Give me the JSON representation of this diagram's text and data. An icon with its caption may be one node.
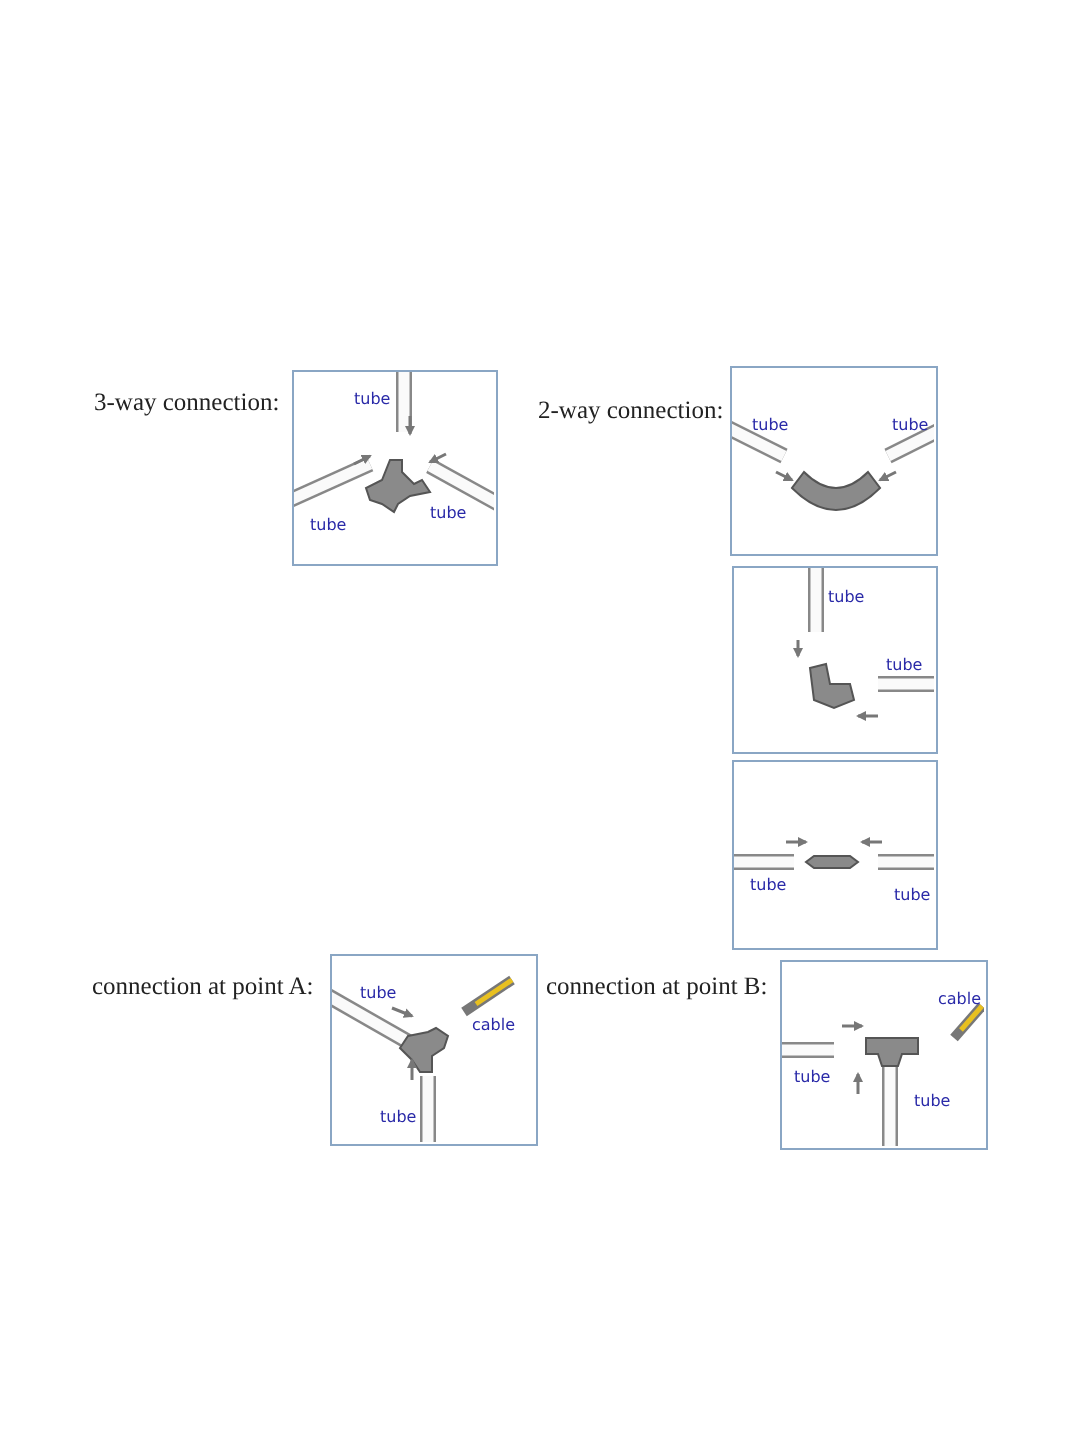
{
  "diagram": {
    "nodes": [
      {
        "text": [
          "3-way connection:",
          "tube",
          "tube",
          "tube"
        ]
      },
      {
        "text": [
          "2-way connection:",
          "tube",
          "tube"
        ]
      },
      {
        "text": [
          "tube",
          "tube"
        ]
      },
      {
        "text": [
          "tube",
          "tube"
        ]
      },
      {
        "text": [
          "connection at point A:",
          "tube",
          "cable",
          "tube"
        ]
      },
      {
        "text": [
          "connection at point B:",
          "cable",
          "tube",
          "tube"
        ]
      }
    ],
    "edges": []
  }
}
